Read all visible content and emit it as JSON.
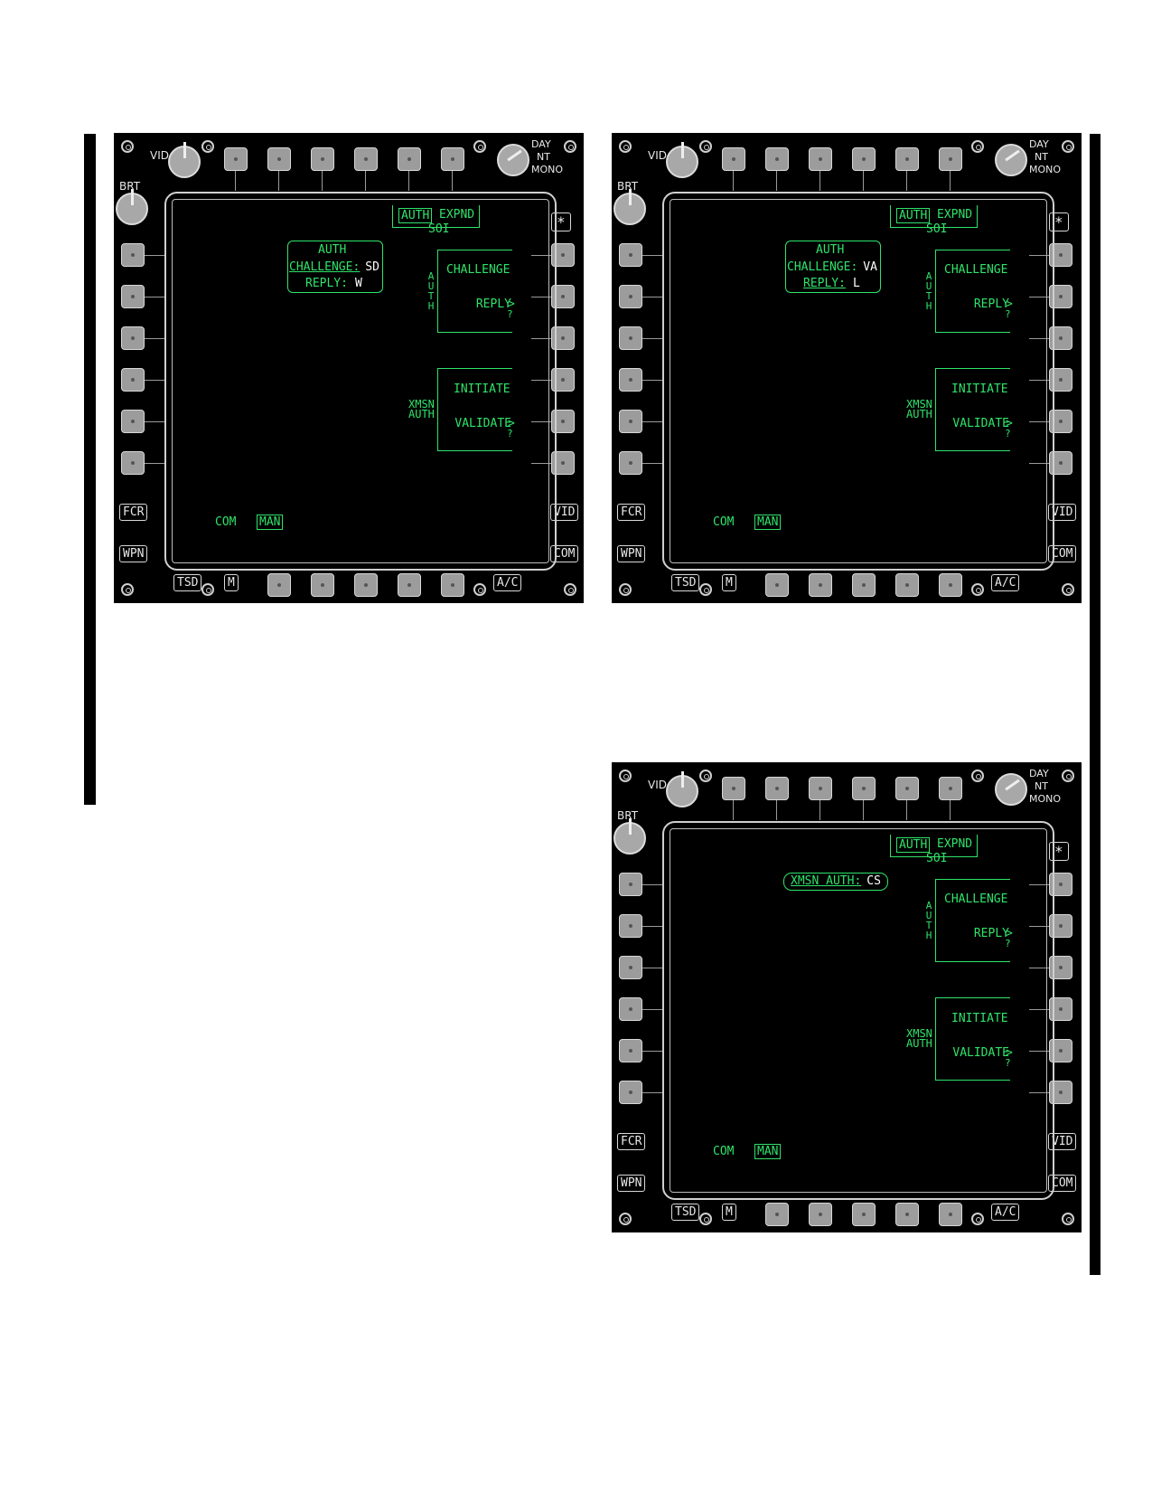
{
  "bezel": {
    "knob_labels": {
      "vid": "VID",
      "brt": "BRT",
      "day": "DAY",
      "nt": "NT",
      "mono": "MONO"
    },
    "left_bottom_buttons": {
      "fcr": "FCR",
      "wpn": "WPN"
    },
    "right_bottom_buttons": {
      "vid": "VID",
      "com": "COM"
    },
    "bottom_buttons": {
      "tsd": "TSD",
      "m": "M",
      "ac": "A/C"
    },
    "star": "*"
  },
  "displays": [
    {
      "header": {
        "auth": "AUTH",
        "expnd": "EXPND",
        "soi": "SOI"
      },
      "popup": {
        "title": "AUTH",
        "challenge_label": "CHALLENGE:",
        "challenge_value": "SD",
        "reply_label": "REPLY:",
        "reply_value": "W"
      },
      "auth_group": {
        "vertical_label": [
          "A",
          "U",
          "T",
          "H"
        ],
        "challenge": "CHALLENGE",
        "reply": "REPLY",
        "reply_marker": "?"
      },
      "xmsn_group": {
        "label_line1": "XMSN",
        "label_line2": "AUTH",
        "initiate": "INITIATE",
        "validate": "VALIDATE",
        "validate_marker": "?"
      },
      "footer": {
        "com": "COM",
        "man": "MAN"
      }
    },
    {
      "header": {
        "auth": "AUTH",
        "expnd": "EXPND",
        "soi": "SOI"
      },
      "popup": {
        "title": "AUTH",
        "challenge_label": "CHALLENGE:",
        "challenge_value": "VA",
        "reply_label": "REPLY:",
        "reply_value": "L"
      },
      "auth_group": {
        "vertical_label": [
          "A",
          "U",
          "T",
          "H"
        ],
        "challenge": "CHALLENGE",
        "reply": "REPLY",
        "reply_marker": "?"
      },
      "xmsn_group": {
        "label_line1": "XMSN",
        "label_line2": "AUTH",
        "initiate": "INITIATE",
        "validate": "VALIDATE",
        "validate_marker": "?"
      },
      "footer": {
        "com": "COM",
        "man": "MAN"
      }
    },
    {
      "header": {
        "auth": "AUTH",
        "expnd": "EXPND",
        "soi": "SOI"
      },
      "popup": {
        "xmsn_auth_label": "XMSN AUTH:",
        "xmsn_auth_value": "CS"
      },
      "auth_group": {
        "vertical_label": [
          "A",
          "U",
          "T",
          "H"
        ],
        "challenge": "CHALLENGE",
        "reply": "REPLY",
        "reply_marker": "?"
      },
      "xmsn_group": {
        "label_line1": "XMSN",
        "label_line2": "AUTH",
        "initiate": "INITIATE",
        "validate": "VALIDATE",
        "validate_marker": "?"
      },
      "footer": {
        "com": "COM",
        "man": "MAN"
      }
    }
  ]
}
